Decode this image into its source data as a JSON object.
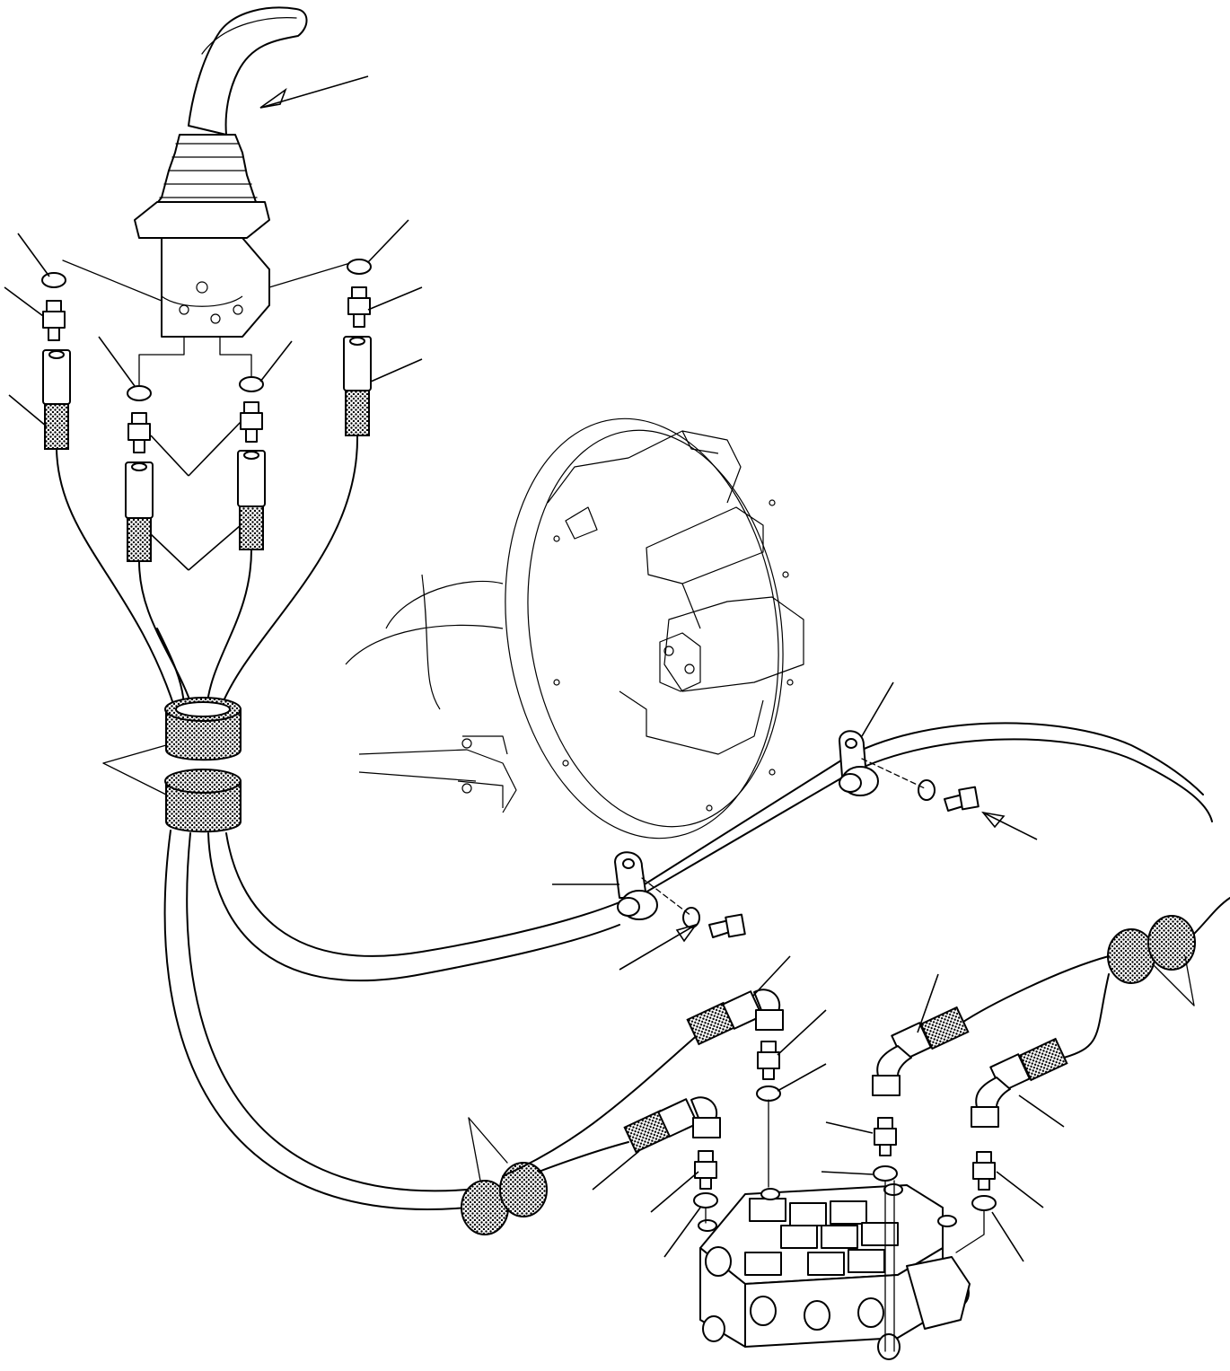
{
  "colors": {
    "line": "#000000",
    "background": "#ffffff"
  },
  "parts": [
    "joystick-lever",
    "control-boot",
    "valve-body",
    "o-ring",
    "adapter",
    "hose-fitting",
    "hydraulic-hose",
    "protective-sleeve",
    "hose-clamp",
    "clamp-bolt",
    "washer",
    "elbow-fitting",
    "control-valve",
    "transmission-housing"
  ]
}
